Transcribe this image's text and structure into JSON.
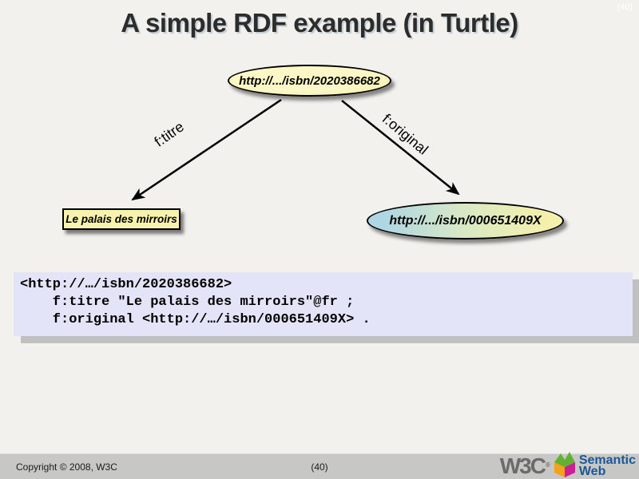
{
  "slide": {
    "title": "A simple RDF example (in Turtle)",
    "corner_marker": "(40)"
  },
  "diagram": {
    "subject_node": {
      "label": "http://.../isbn/2020386682",
      "shape": "ellipse",
      "fill": "#f7f2ae"
    },
    "literal_node": {
      "label": "Le palais des mirroirs",
      "shape": "rectangle",
      "fill": "#f7f2ae"
    },
    "original_node": {
      "label": "http://.../isbn/000651409X",
      "shape": "ellipse",
      "fill_gradient": [
        "#aed6e4",
        "#d8e8c5",
        "#f5f0ab"
      ]
    },
    "edges": [
      {
        "label": "f:titre",
        "from": "subject_node",
        "to": "literal_node"
      },
      {
        "label": "f:original",
        "from": "subject_node",
        "to": "original_node"
      }
    ]
  },
  "code": {
    "background": "#e4e4f8",
    "lines": [
      "<http://…/isbn/2020386682>",
      "    f:titre \"Le palais des mirroirs\"@fr ;",
      "    f:original <http://…/isbn/000651409X> ."
    ]
  },
  "footer": {
    "copyright": "Copyright © 2008, W3C",
    "page_number": "(40)",
    "logo": {
      "w3c_text": "W3C",
      "reg_mark": "®",
      "line1": "Semantic",
      "line2": "Web",
      "cube_colors": {
        "top": "#62b131",
        "left": "#f4a11c",
        "right": "#cb1f96"
      },
      "text_color": "#1c5796"
    }
  },
  "colors": {
    "slide_background": "#f2f1ee",
    "footer_background": "#c7c7c6",
    "title_text": "#2c2c2c"
  }
}
